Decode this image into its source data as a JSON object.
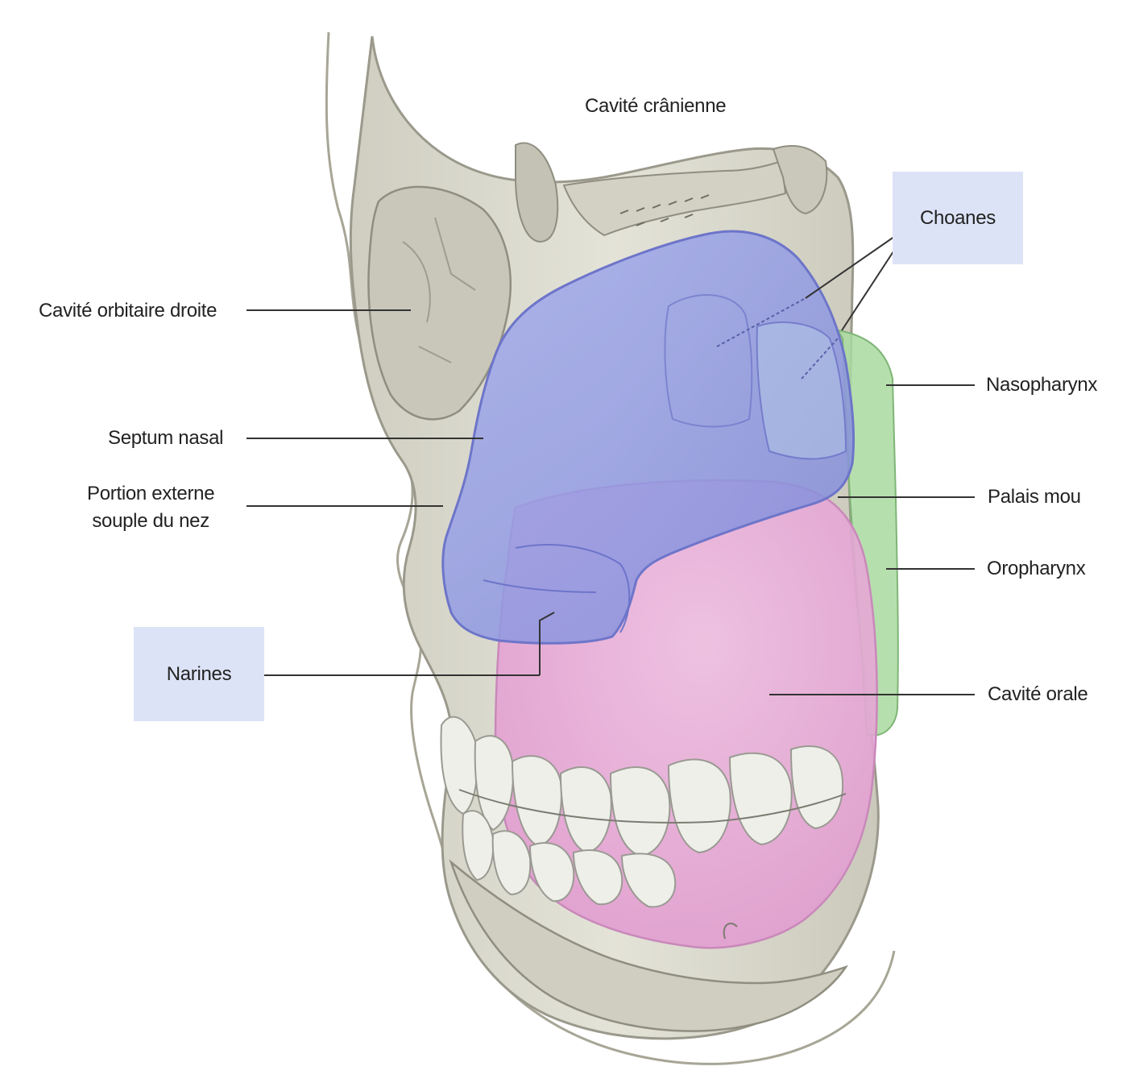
{
  "diagram": {
    "labels": {
      "cranial_cavity": "Cavité crânienne",
      "choanae": "Choanes",
      "right_orbital_cavity": "Cavité orbitaire droite",
      "nasopharynx": "Nasopharynx",
      "nasal_septum": "Septum nasal",
      "external_nose": "Portion externe\nsouple du nez",
      "soft_palate": "Palais mou",
      "oropharynx": "Oropharynx",
      "nostrils": "Narines",
      "oral_cavity": "Cavité orale"
    },
    "colors": {
      "bone": "#d9d8cc",
      "bone_outline": "#8d8b7e",
      "nasal_cavity": "#8e98e2",
      "oral_cavity": "#e7a9d8",
      "pharynx": "#a9d9a0",
      "teeth": "#eeeeea",
      "highlight_box": "#dde3f7",
      "leader_line": "#333333"
    }
  }
}
